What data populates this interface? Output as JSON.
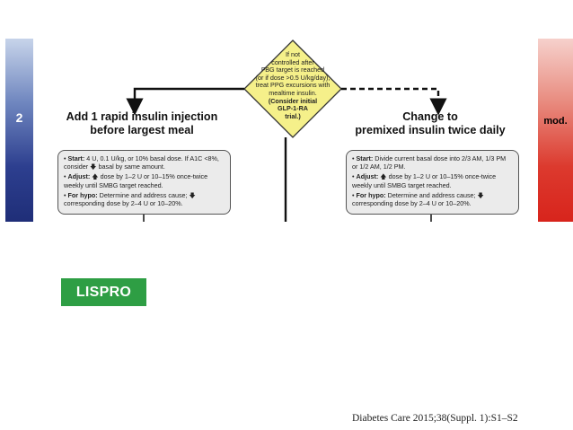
{
  "intensification_diagram": {
    "left_step_number": "2",
    "right_complexity_label": "mod.",
    "decision": {
      "line1": "If not",
      "line2": "controlled after",
      "line3": "FBG target is reached",
      "line4": "(or if dose >0.5 U/kg/day),",
      "line5": "treat PPG excursions with",
      "line6": "mealtime insulin.",
      "line7": "(Consider initial",
      "line8": "GLP-1-RA",
      "line9": "trial.)"
    },
    "left_option": {
      "heading_line1": "Add 1 rapid insulin injection",
      "heading_line2": "before largest meal",
      "start_label": "Start:",
      "start_text": "4 U, 0.1 U/kg, or 10% basal dose. If A1C <8%, consider",
      "start_text2": "basal by same amount.",
      "adjust_label": "Adjust:",
      "adjust_text": "dose by 1–2 U or 10–15% once-twice weekly until SMBG target reached.",
      "hypo_label": "For hypo:",
      "hypo_text": "Determine and address cause;",
      "hypo_text2": "corresponding dose by 2–4 U or 10–20%."
    },
    "right_option": {
      "heading_line1": "Change to",
      "heading_line2": "premixed insulin twice daily",
      "start_label": "Start:",
      "start_text": "Divide current basal dose into 2/3 AM, 1/3 PM or 1/2 AM, 1/2 PM.",
      "adjust_label": "Adjust:",
      "adjust_text": "dose by 1–2 U or 10–15% once-twice weekly until SMBG target reached.",
      "hypo_label": "For hypo:",
      "hypo_text": "Determine and address cause;",
      "hypo_text2": "corresponding dose by 2–4 U or 10–20%."
    }
  },
  "badge": {
    "label": "LISPRO",
    "color": "#2e9e44"
  },
  "citation": "Diabetes Care 2015;38(Suppl. 1):S1–S2"
}
